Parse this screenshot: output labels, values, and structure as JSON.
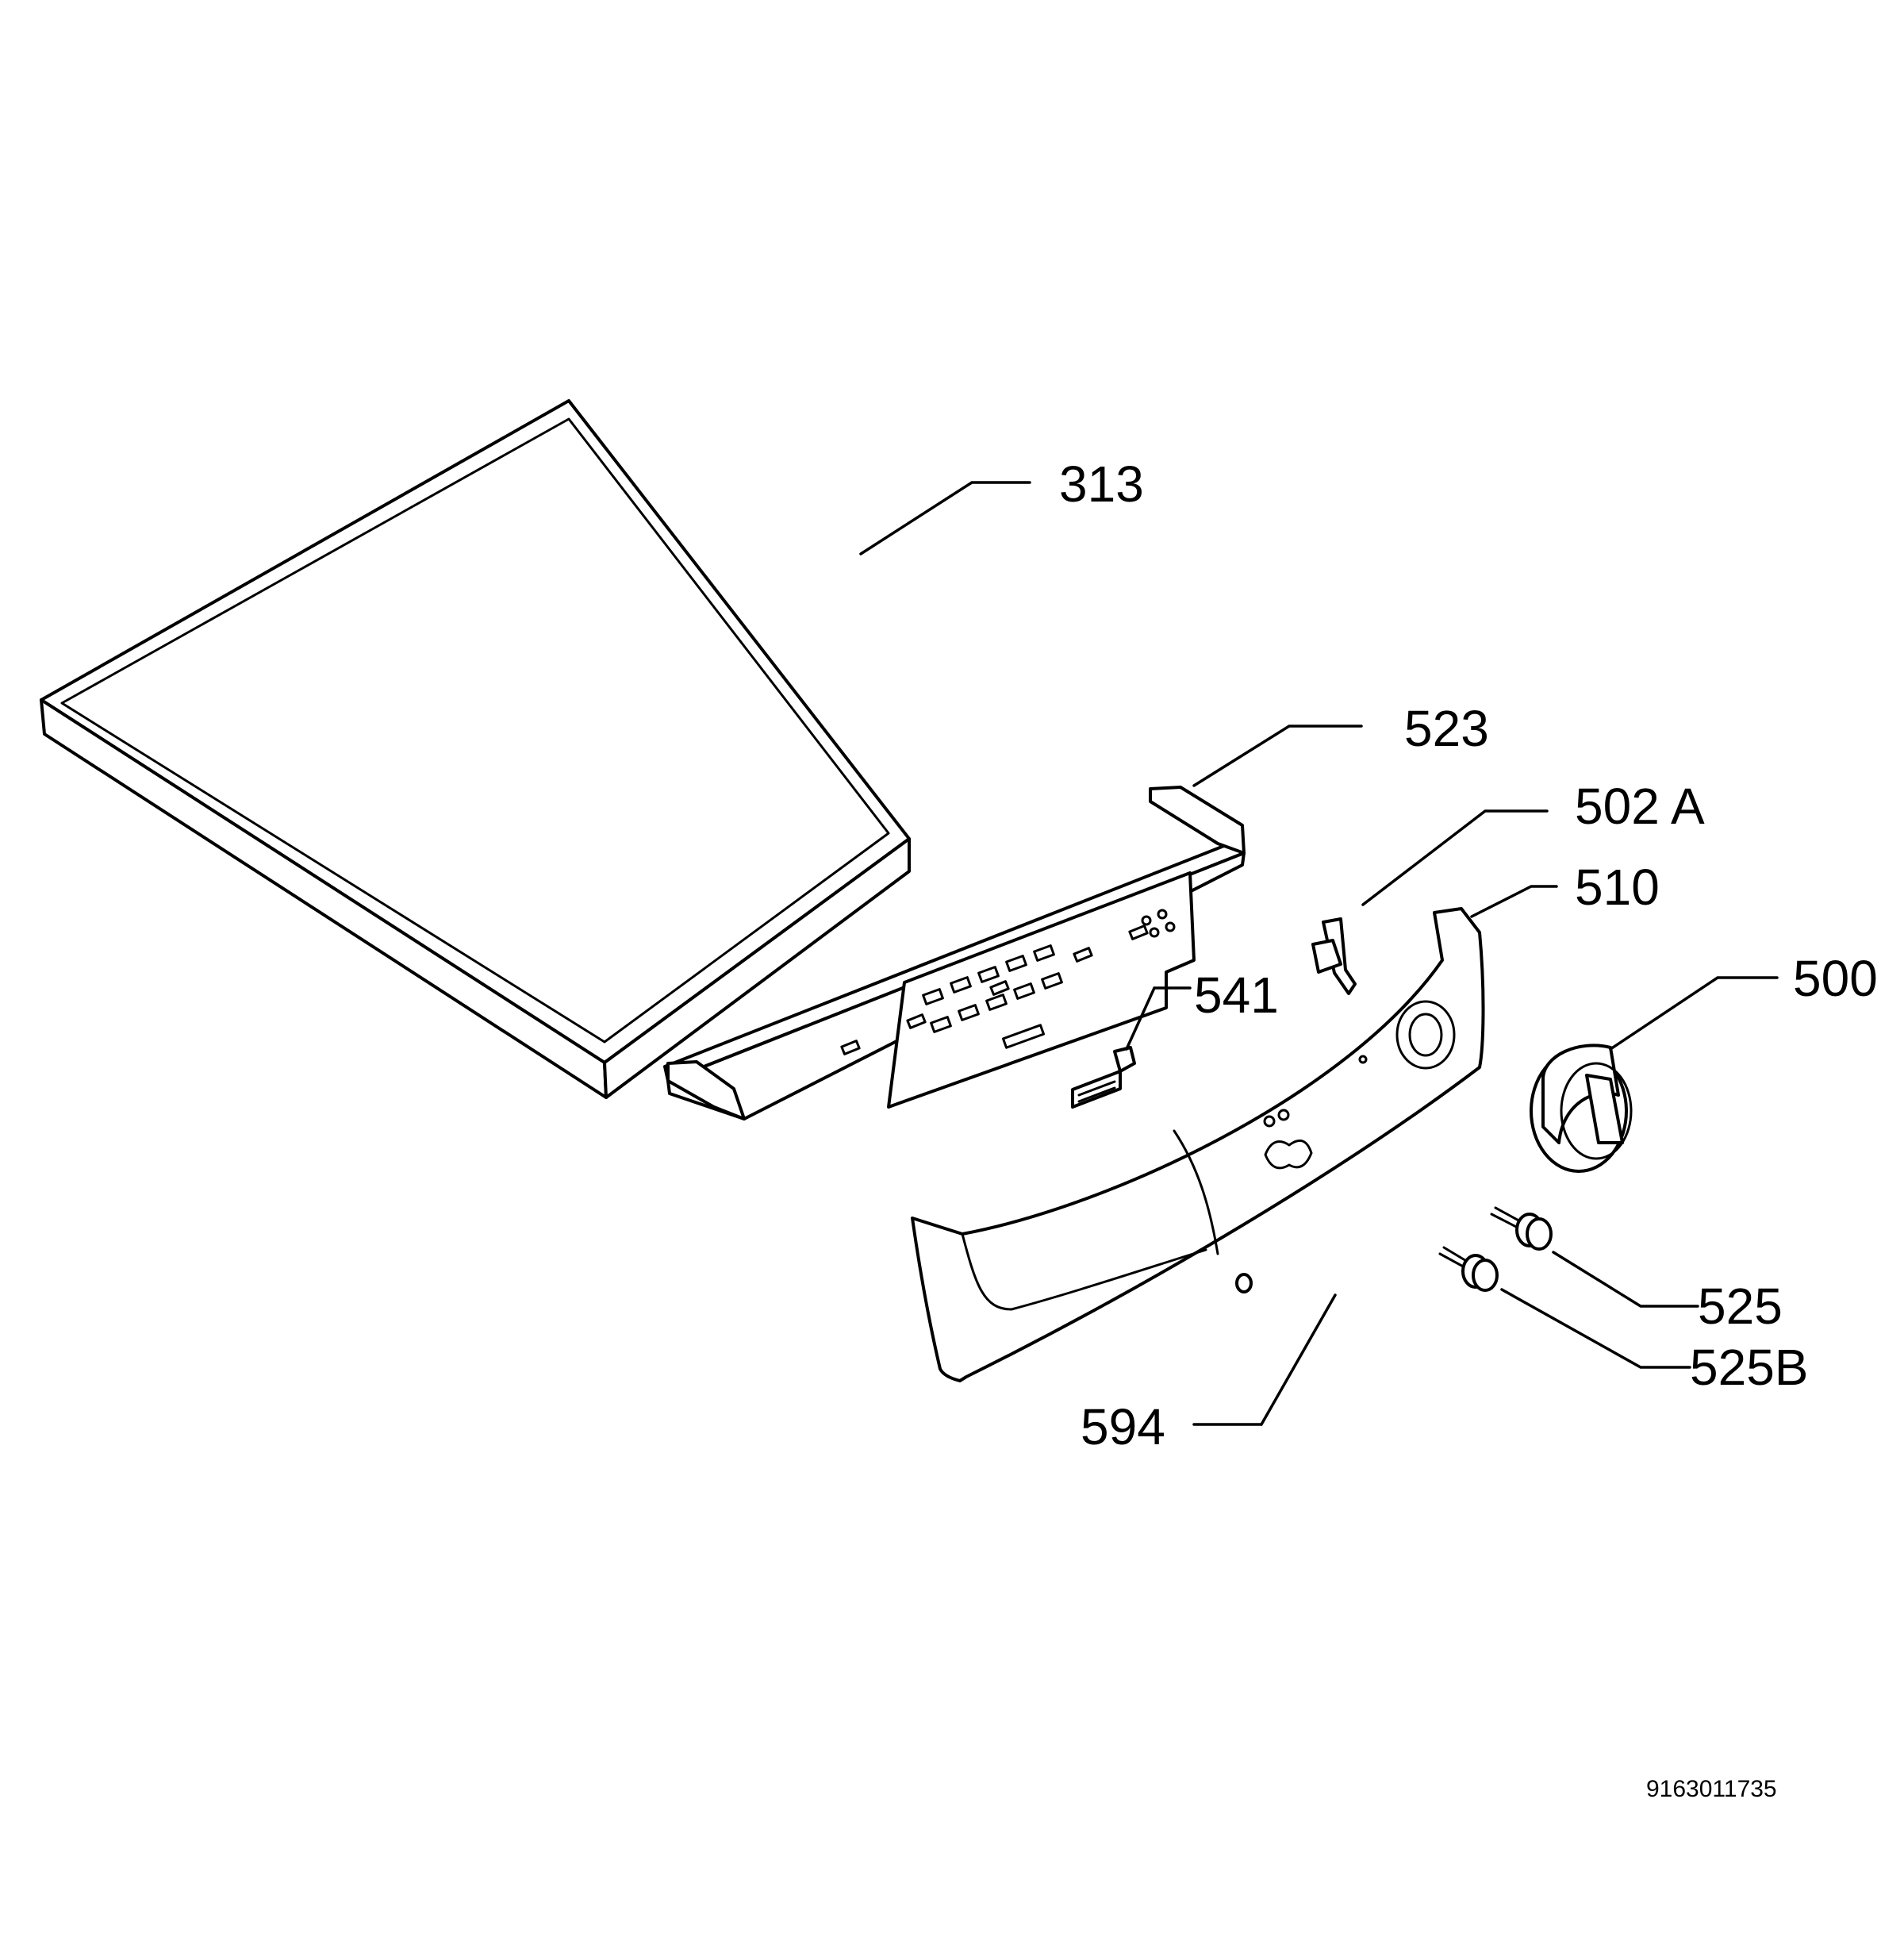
{
  "callouts": {
    "p313": "313",
    "p523": "523",
    "p502a": "502 A",
    "p510": "510",
    "p541": "541",
    "p500": "500",
    "p525": "525",
    "p525b": "525B",
    "p594": "594"
  },
  "document_number": "9163011735"
}
